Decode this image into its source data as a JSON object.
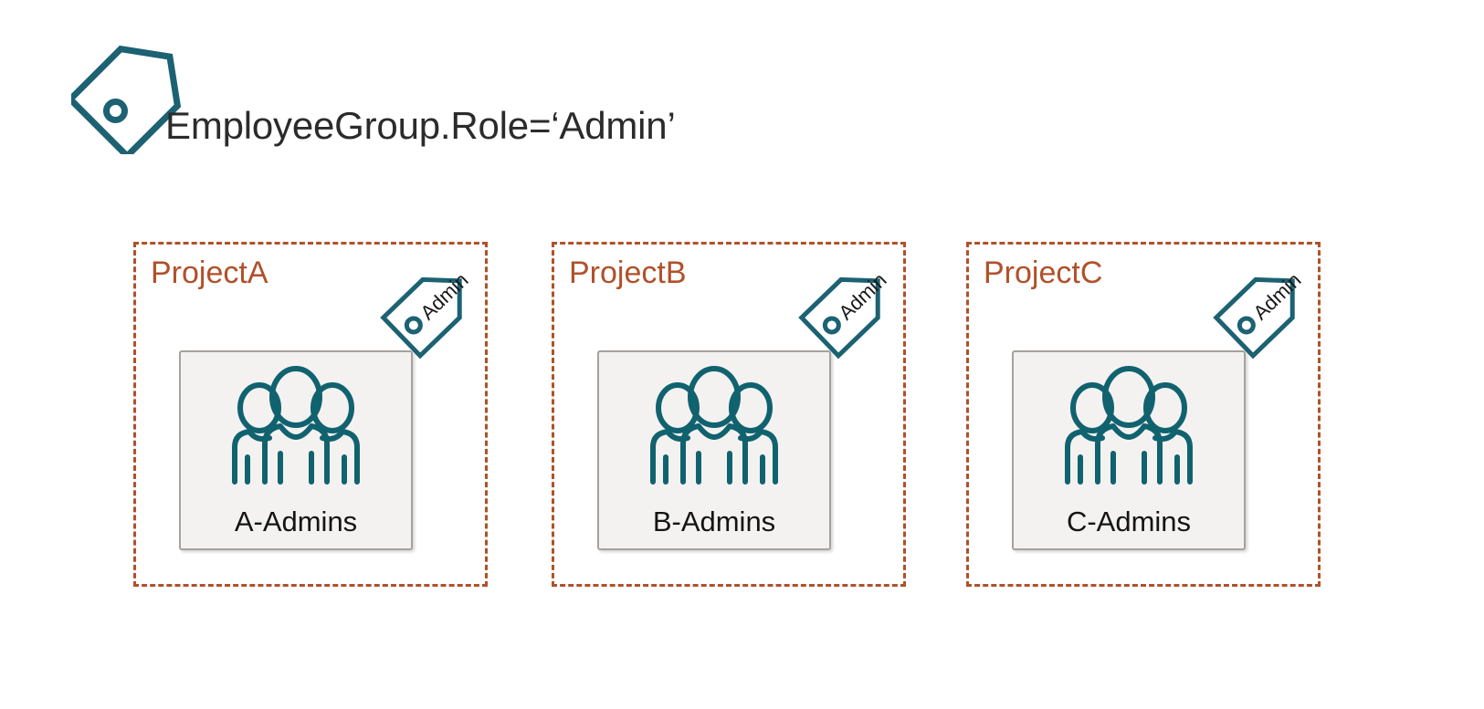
{
  "palette": {
    "teal": "#1c6272",
    "rust": "#b0512a",
    "card_fill": "#f3f2f1",
    "card_border": "#a6a19c",
    "text_dark": "#2b2b2b",
    "label_text": "#141414",
    "background": "#ffffff"
  },
  "header": {
    "tag_icon": "tag-icon",
    "caption": "EmployeeGroup.Role=‘Admin’"
  },
  "projects": [
    {
      "title": "ProjectA",
      "group_label": "A-Admins",
      "group_icon": "people-group-icon",
      "tag_icon": "tag-icon",
      "tag_label": "Admin"
    },
    {
      "title": "ProjectB",
      "group_label": "B-Admins",
      "group_icon": "people-group-icon",
      "tag_icon": "tag-icon",
      "tag_label": "Admin"
    },
    {
      "title": "ProjectC",
      "group_label": "C-Admins",
      "group_icon": "people-group-icon",
      "tag_icon": "tag-icon",
      "tag_label": "Admin"
    }
  ]
}
